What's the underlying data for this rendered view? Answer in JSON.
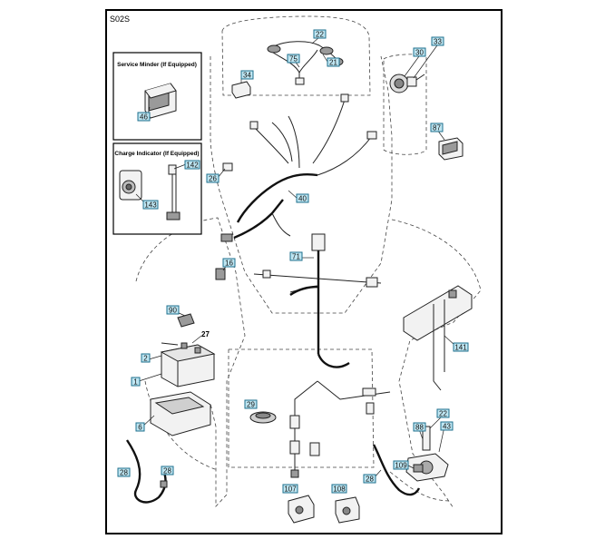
{
  "diagram": {
    "code": "S02S",
    "inset_service": "Service Minder (If Equipped)",
    "inset_charge": "Charge Indicator (If Equipped)",
    "callouts": {
      "c22a": "22",
      "c75": "75",
      "c21": "21",
      "c34": "34",
      "c30": "30",
      "c33": "33",
      "c87": "87",
      "c46": "46",
      "c142": "142",
      "c143": "143",
      "c26": "26",
      "c40": "40",
      "c16": "16",
      "c71": "71",
      "c90": "90",
      "c27": "27",
      "c2": "2",
      "c1": "1",
      "c141": "141",
      "c29": "29",
      "c6": "6",
      "c28a": "28",
      "c28b": "28",
      "c28c": "28",
      "c88": "88",
      "c22b": "22",
      "c43": "43",
      "c109": "109",
      "c107": "107",
      "c108": "108"
    }
  }
}
